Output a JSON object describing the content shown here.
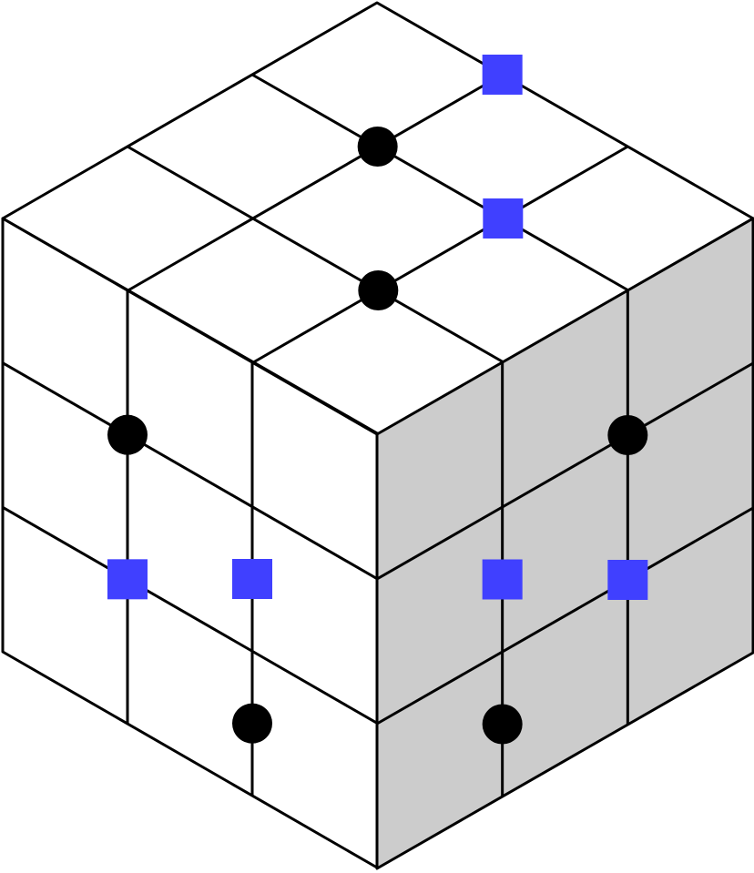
{
  "colors": {
    "background": "#ffffff",
    "left_face": "#ffffff",
    "top_face": "#ffffff",
    "right_face": "#cccccc",
    "edge": "#000000",
    "circle_marker": "#000000",
    "square_marker": "#4040ff"
  },
  "cube": {
    "grid_size": 3,
    "faces": [
      {
        "name": "top",
        "fill_key": "top_face"
      },
      {
        "name": "left",
        "fill_key": "left_face"
      },
      {
        "name": "right",
        "fill_key": "right_face"
      }
    ],
    "markers": [
      {
        "face": "top",
        "shape": "square",
        "u": 1,
        "v": 0
      },
      {
        "face": "top",
        "shape": "circle",
        "u": 1,
        "v": 1
      },
      {
        "face": "top",
        "shape": "circle",
        "u": 2,
        "v": 2
      },
      {
        "face": "top",
        "shape": "square",
        "u": 2,
        "v": 1
      },
      {
        "face": "left",
        "shape": "circle",
        "u": 1,
        "v": 1
      },
      {
        "face": "left",
        "shape": "square",
        "u": 2,
        "v": 1.5
      },
      {
        "face": "left",
        "shape": "square",
        "u": 1,
        "v": 2
      },
      {
        "face": "left",
        "shape": "circle",
        "u": 2,
        "v": 2.5
      },
      {
        "face": "right",
        "shape": "circle",
        "u": 2,
        "v": 1
      },
      {
        "face": "right",
        "shape": "square",
        "u": 1,
        "v": 1.5
      },
      {
        "face": "right",
        "shape": "square",
        "u": 2,
        "v": 2
      },
      {
        "face": "right",
        "shape": "circle",
        "u": 1,
        "v": 2.5
      }
    ]
  }
}
